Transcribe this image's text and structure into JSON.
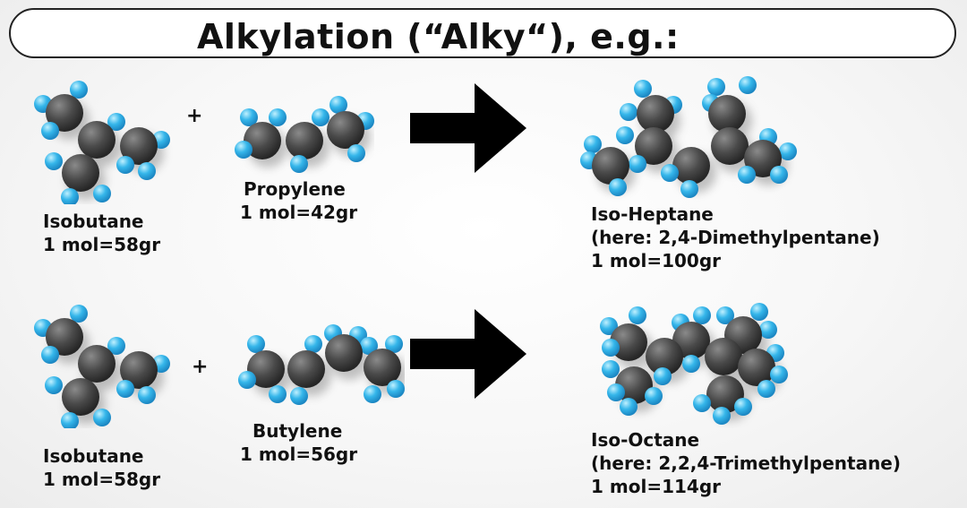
{
  "title": "Alkylation (“Alky“), e.g.:",
  "rows": [
    {
      "reactant1": {
        "name": "Isobutane",
        "mass": "1 mol=58gr"
      },
      "plus": "+",
      "reactant2": {
        "name": "Propylene",
        "mass": "1 mol=42gr"
      },
      "product": {
        "name": "Iso-Heptane",
        "note": "(here: 2,4-Dimethylpentane)",
        "mass": "1 mol=100gr"
      }
    },
    {
      "reactant1": {
        "name": "Isobutane",
        "mass": "1 mol=58gr"
      },
      "plus": "+",
      "reactant2": {
        "name": "Butylene",
        "mass": "1 mol=56gr"
      },
      "product": {
        "name": "Iso-Octane",
        "note": "(here: 2,2,4-Trimethylpentane)",
        "mass": "1 mol=114gr"
      }
    }
  ],
  "colors": {
    "carbon": "#4a4a4a",
    "hydrogen": "#35b6ea",
    "arrow": "#000000"
  },
  "icons": {
    "molecule": "ball-and-stick-molecule-icon",
    "arrow": "reaction-arrow-icon"
  }
}
